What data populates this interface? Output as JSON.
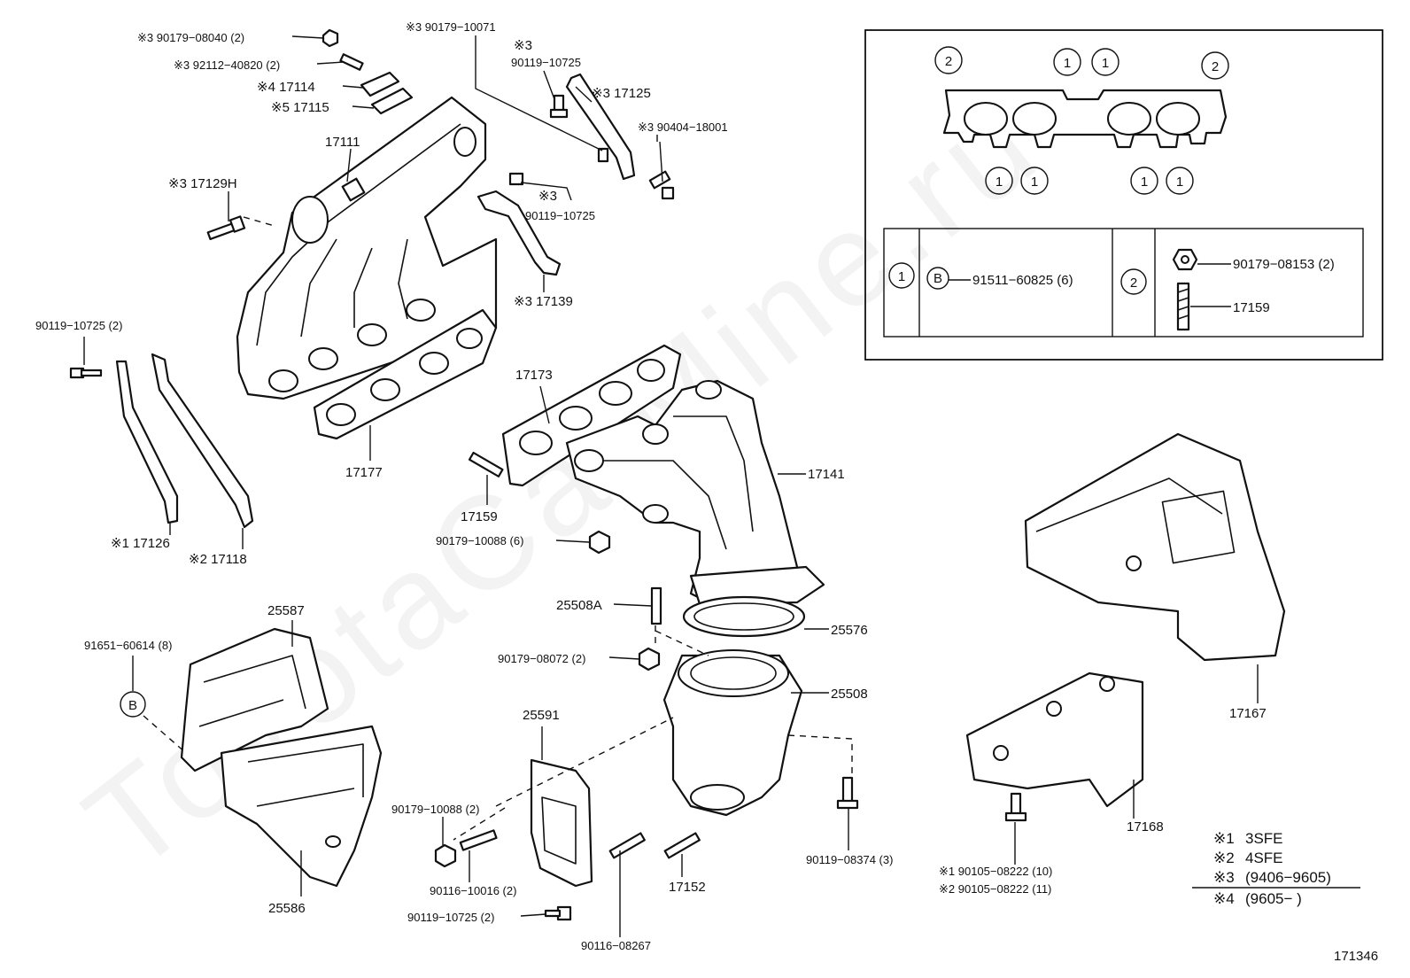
{
  "watermark": "ToyotaCarMine.ru",
  "diagram_id": "171346",
  "callouts": {
    "c_90179_08040": "※3 90179−08040 (2)",
    "c_92112_40820": "※3 92112−40820 (2)",
    "c_17114": "※4 17114",
    "c_17115": "※5 17115",
    "c_17111": "17111",
    "c_17129H": "※3 17129H",
    "c_90179_10071": "※3 90179−10071",
    "c_mark3a": "※3",
    "c_90119_10725a": "90119−10725",
    "c_17125": "※3 17125",
    "c_90404_18001": "※3 90404−18001",
    "c_mark3b": "※3",
    "c_90119_10725b": "90119−10725",
    "c_17139": "※3 17139",
    "c_90119_10725_2": "90119−10725 (2)",
    "c_17126": "※1 17126",
    "c_17118": "※2 17118",
    "c_17177": "17177",
    "c_17173": "17173",
    "c_17159": "17159",
    "c_90179_10088_6": "90179−10088 (6)",
    "c_17141": "17141",
    "c_25587": "25587",
    "c_91651_60614": "91651−60614 (8)",
    "c_B": "B",
    "c_25508A": "25508A",
    "c_25576": "25576",
    "c_90179_08072": "90179−08072 (2)",
    "c_25508": "25508",
    "c_25591": "25591",
    "c_90179_10088_2": "90179−10088 (2)",
    "c_90116_10016": "90116−10016 (2)",
    "c_90119_10725_2b": "90119−10725 (2)",
    "c_90116_08267": "90116−08267",
    "c_17152": "17152",
    "c_25586": "25586",
    "c_90119_08374": "90119−08374 (3)",
    "c_17167": "17167",
    "c_17168": "17168",
    "c_90105_08222_10": "※1 90105−08222 (10)",
    "c_90105_08222_11": "※2 90105−08222 (11)"
  },
  "inset": {
    "marker_1": "1",
    "marker_2": "2",
    "marker_B": "B",
    "row1_part": "91511−60825 (6)",
    "row2_part_a": "90179−08153 (2)",
    "row2_part_b": "17159"
  },
  "legend": [
    {
      "mark": "※1",
      "text": "3SFE"
    },
    {
      "mark": "※2",
      "text": "4SFE"
    },
    {
      "mark": "※3",
      "text": "(9406−9605)"
    },
    {
      "mark": "※4",
      "text": "(9605−         )"
    }
  ]
}
